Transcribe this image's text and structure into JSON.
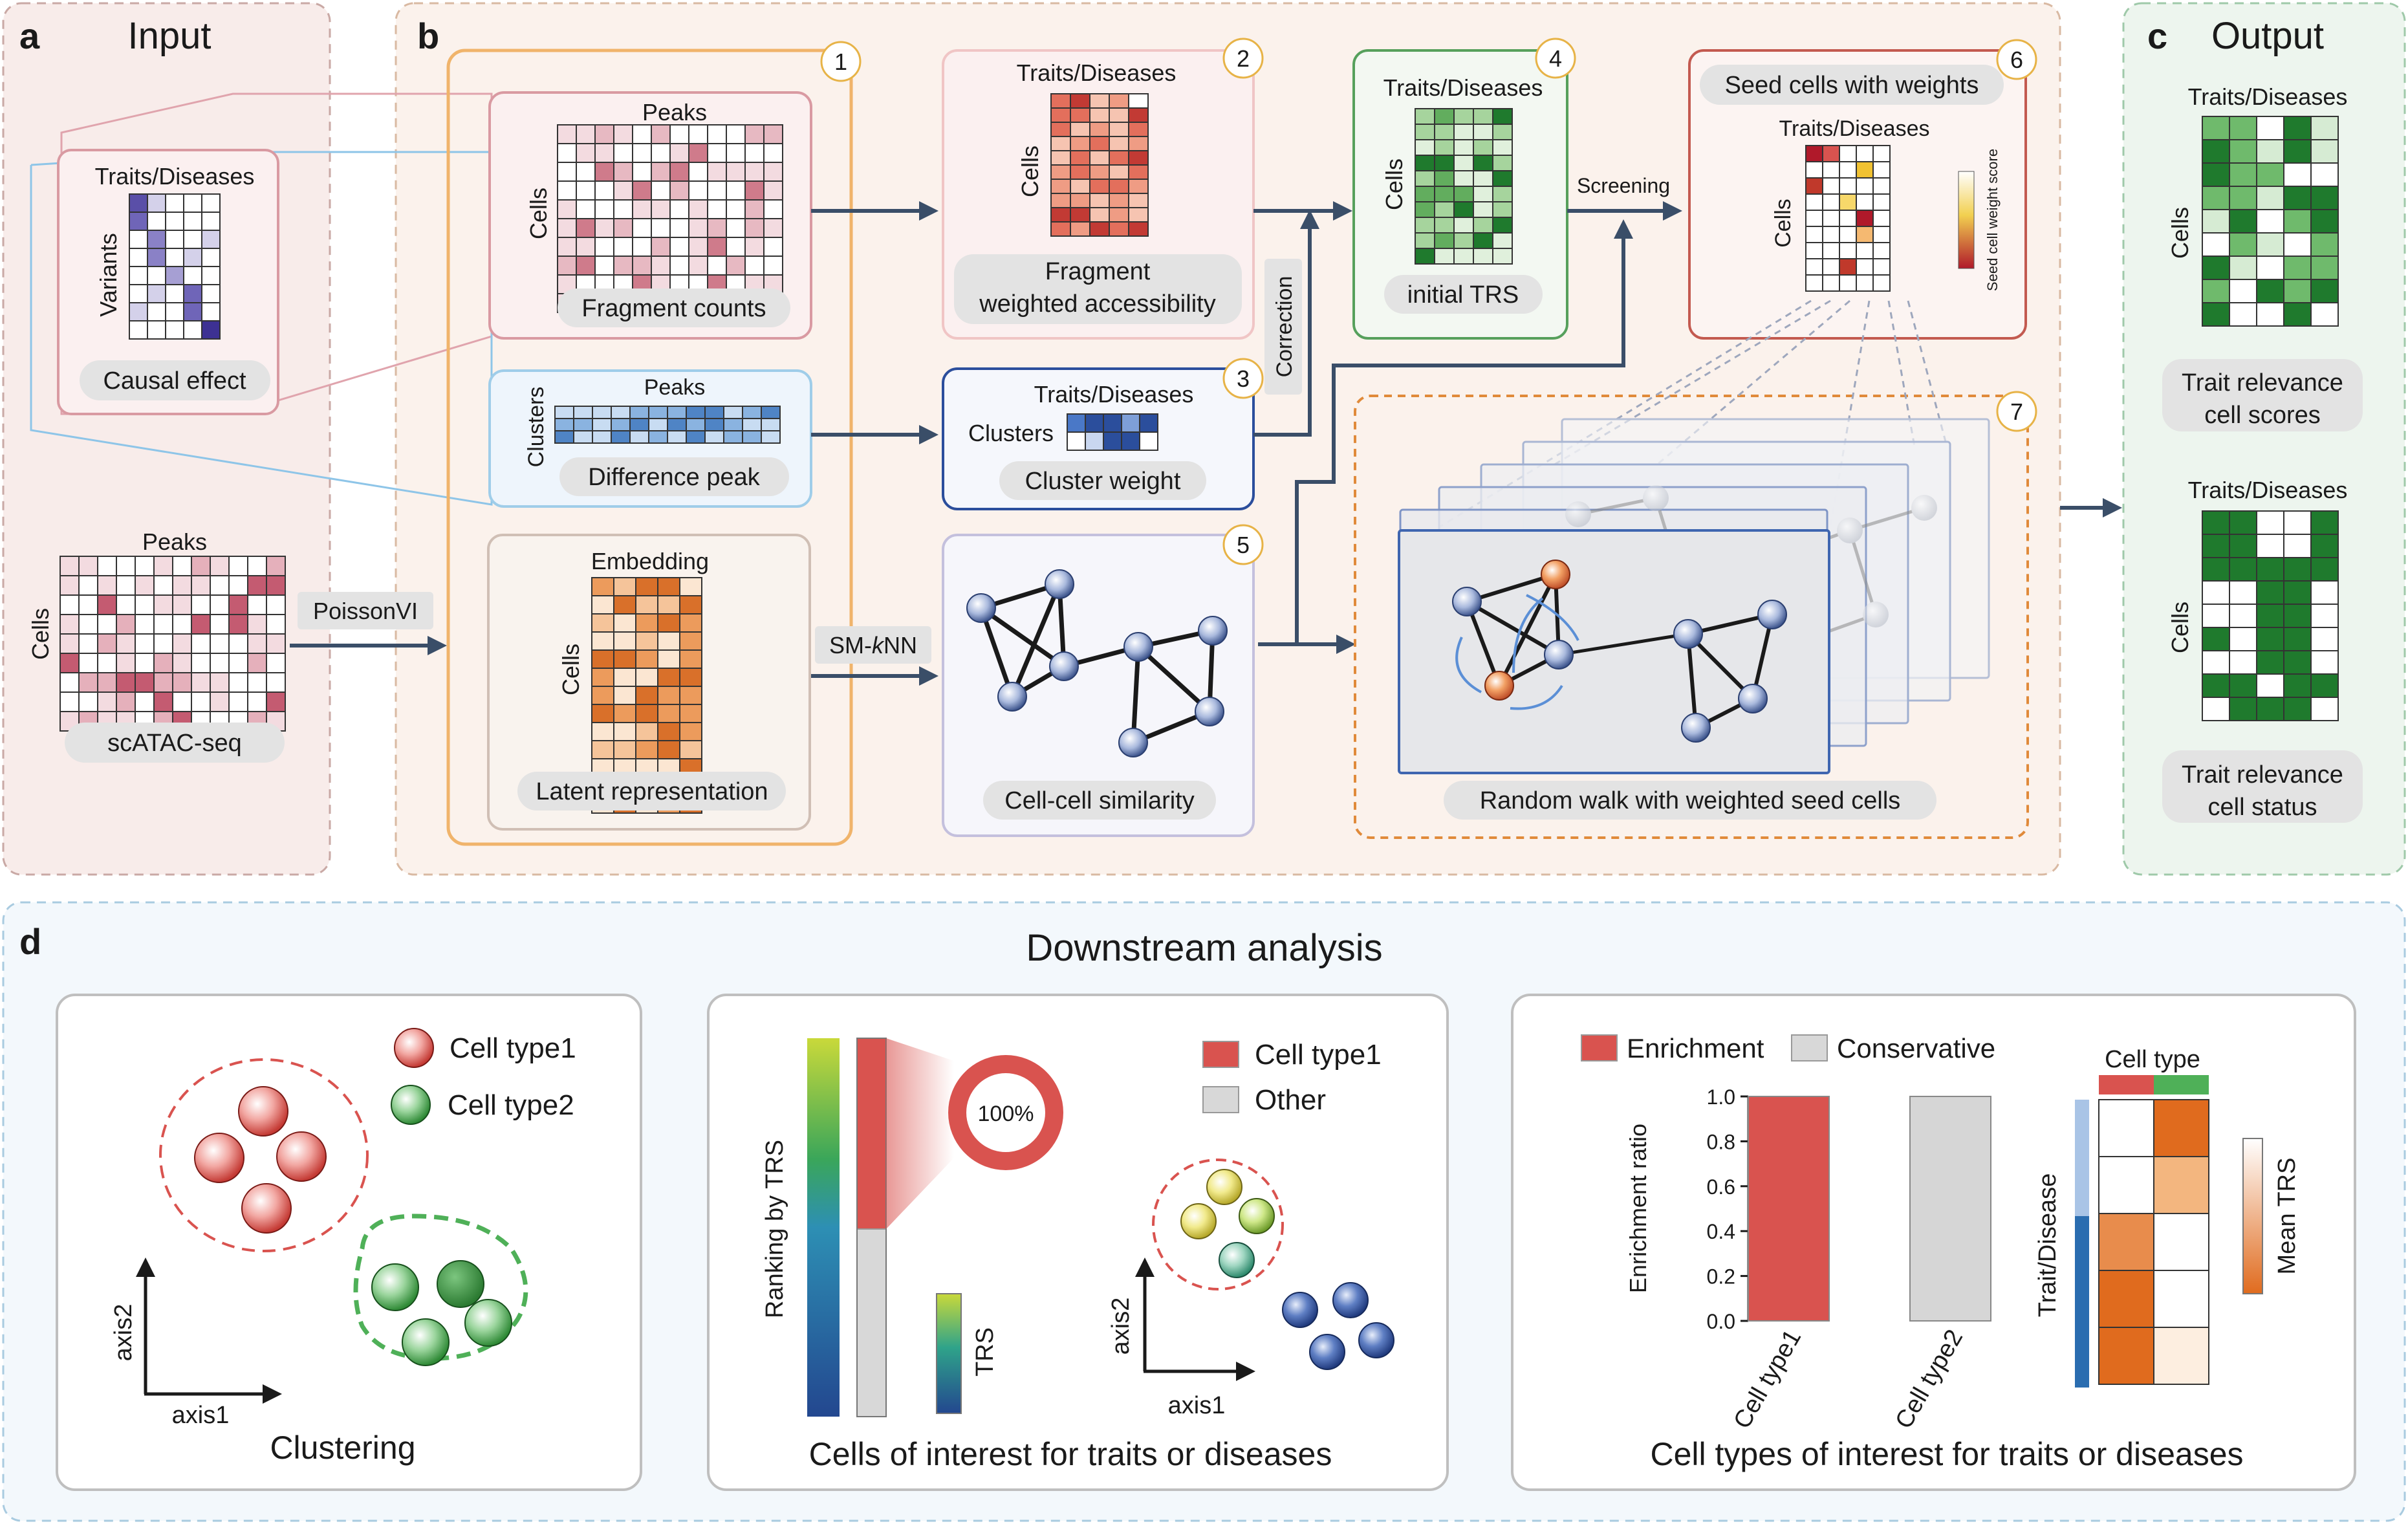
{
  "panel_a": {
    "letter": "a",
    "title": "Input",
    "causal": {
      "col_label": "Traits/Diseases",
      "row_label": "Variants",
      "caption": "Causal effect"
    },
    "scatac": {
      "col_label": "Peaks",
      "row_label": "Cells",
      "caption": "scATAC-seq"
    }
  },
  "panel_b": {
    "letter": "b",
    "poissonvi": "PoissonVI",
    "smknn_prefix": "SM-",
    "smknn_italic": "k",
    "smknn_suffix": "NN",
    "correction": "Correction",
    "screening": "Screening",
    "fragment_counts": {
      "col_label": "Peaks",
      "row_label": "Cells",
      "caption": "Fragment counts"
    },
    "difference_peak": {
      "col_label": "Peaks",
      "row_label": "Clusters",
      "caption": "Difference peak"
    },
    "latent": {
      "col_label": "Embedding",
      "row_label": "Cells",
      "caption": "Latent representation"
    },
    "step1": "1",
    "step2": {
      "num": "2",
      "col_label": "Traits/Diseases",
      "row_label": "Cells",
      "caption_line1": "Fragment",
      "caption_line2": "weighted accessibility"
    },
    "step3": {
      "num": "3",
      "col_label": "Traits/Diseases",
      "row_label": "Clusters",
      "caption": "Cluster weight"
    },
    "step4": {
      "num": "4",
      "col_label": "Traits/Diseases",
      "row_label": "Cells",
      "caption": "initial TRS"
    },
    "step5": {
      "num": "5",
      "caption": "Cell-cell similarity"
    },
    "step6": {
      "num": "6",
      "title": "Seed cells with weights",
      "col_label": "Traits/Diseases",
      "row_label": "Cells",
      "colorbar_label": "Seed cell weight score"
    },
    "step7": {
      "num": "7",
      "caption": "Random walk with weighted seed cells"
    }
  },
  "panel_c": {
    "letter": "c",
    "title": "Output",
    "scores": {
      "col_label": "Traits/Diseases",
      "row_label": "Cells",
      "caption_line1": "Trait relevance",
      "caption_line2": "cell scores"
    },
    "status": {
      "col_label": "Traits/Diseases",
      "row_label": "Cells",
      "caption_line1": "Trait relevance",
      "caption_line2": "cell status"
    }
  },
  "panel_d": {
    "letter": "d",
    "title": "Downstream analysis",
    "clustering": {
      "legend": [
        "Cell type1",
        "Cell type2"
      ],
      "axis_x": "axis1",
      "axis_y": "axis2",
      "caption": "Clustering"
    },
    "cells_of_interest": {
      "ranking_label": "Ranking by TRS",
      "donut_label": "100%",
      "legend": [
        "Cell type1",
        "Other"
      ],
      "trs_label": "TRS",
      "axis_x": "axis1",
      "axis_y": "axis2",
      "caption": "Cells of interest for traits or diseases"
    },
    "cell_types_of_interest": {
      "legend": [
        "Enrichment",
        "Conservative"
      ],
      "ylabel": "Enrichment ratio",
      "heatmap_top_label": "Cell type",
      "heatmap_left_label": "Trait/Disease",
      "heatmap_colorbar_label": "Mean TRS",
      "caption": "Cell types of interest for traits or diseases"
    }
  },
  "colors": {
    "accent_green": "#2e7d32",
    "accent_red": "#d9534f",
    "accent_blue": "#2b4e9c",
    "accent_orange": "#e07b2e",
    "gray_bar": "#d6d6d6"
  },
  "chart_data": {
    "type": "bar",
    "categories": [
      "Cell type1",
      "Cell type2"
    ],
    "series": [
      {
        "name": "Enrichment",
        "values": [
          1.0,
          null
        ]
      },
      {
        "name": "Conservative",
        "values": [
          null,
          1.0
        ]
      }
    ],
    "title": "",
    "xlabel": "",
    "ylabel": "Enrichment ratio",
    "ylim": [
      0,
      1.0
    ],
    "yticks": [
      "0.0",
      "0.2",
      "0.4",
      "0.6",
      "0.8",
      "1.0"
    ],
    "legend": "top"
  }
}
